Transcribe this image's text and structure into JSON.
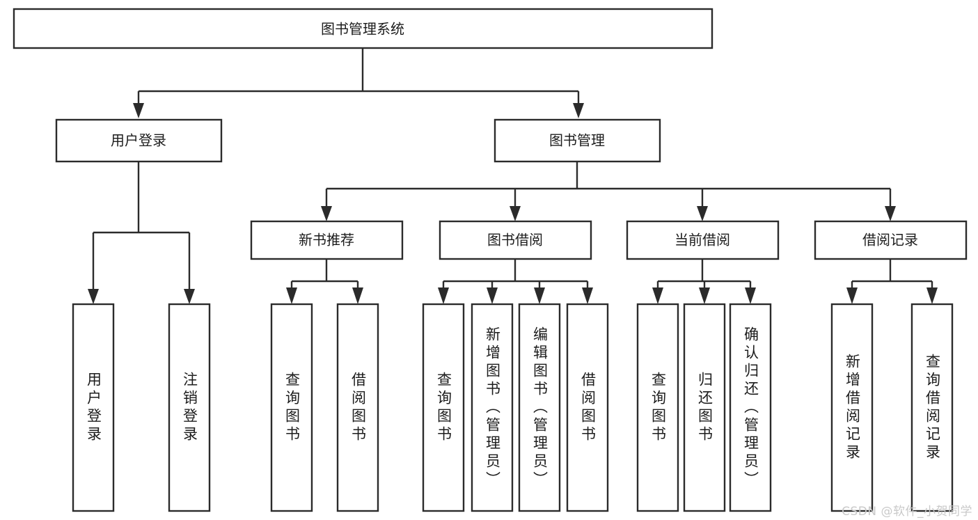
{
  "diagram": {
    "title": "图书管理系统",
    "type": "tree-hierarchy",
    "orientation": "top-down",
    "colors": {
      "stroke": "#2b2b2b",
      "fill": "#ffffff",
      "text": "#1c1c1c",
      "watermark": "#c9c9c9"
    },
    "root": {
      "label": "图书管理系统"
    },
    "level2": [
      {
        "label": "用户登录"
      },
      {
        "label": "图书管理"
      }
    ],
    "level3": [
      {
        "label": "新书推荐"
      },
      {
        "label": "图书借阅"
      },
      {
        "label": "当前借阅"
      },
      {
        "label": "借阅记录"
      }
    ],
    "leaves": {
      "user_login": [
        {
          "label": "用户登录"
        },
        {
          "label": "注销登录"
        }
      ],
      "new_book_recommend": [
        {
          "label": "查询图书"
        },
        {
          "label": "借阅图书"
        }
      ],
      "book_borrow": [
        {
          "label": "查询图书"
        },
        {
          "label": "新增图书（管理员）"
        },
        {
          "label": "编辑图书（管理员）"
        },
        {
          "label": "借阅图书"
        }
      ],
      "current_borrow": [
        {
          "label": "查询图书"
        },
        {
          "label": "归还图书"
        },
        {
          "label": "确认归还（管理员）"
        }
      ],
      "borrow_record": [
        {
          "label": "新增借阅记录"
        },
        {
          "label": "查询借阅记录"
        }
      ]
    }
  },
  "watermark": {
    "text": "CSDN @软件_小贺同学"
  }
}
